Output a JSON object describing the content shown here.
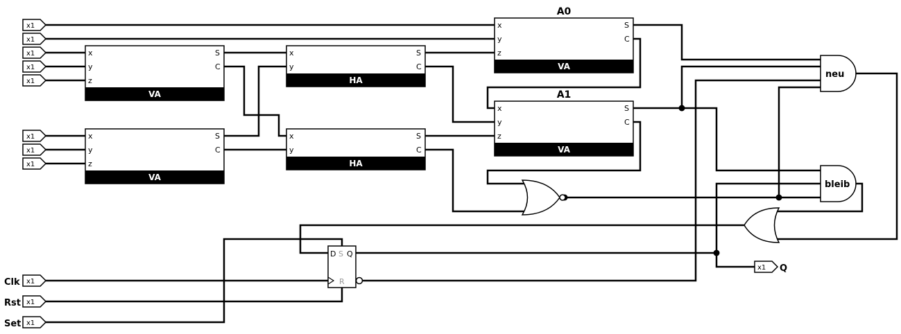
{
  "inputs": {
    "pin_text": "x1"
  },
  "blocks": {
    "va_top": "VA",
    "va_bottom": "VA",
    "ha_top": "HA",
    "ha_bottom": "HA",
    "a0_bar": "VA",
    "a1_bar": "VA"
  },
  "titles": {
    "a0": "A0",
    "a1": "A1"
  },
  "ports": {
    "x": "x",
    "y": "y",
    "z": "z",
    "s": "S",
    "c": "C"
  },
  "gates": {
    "neu": "neu",
    "bleib": "bleib"
  },
  "flipflop": {
    "d": "D",
    "s": "S",
    "q": "Q",
    "r": "R"
  },
  "signals": {
    "clk": "Clk",
    "rst": "Rst",
    "set": "Set",
    "q_out": "Q",
    "q_pin": "x1"
  }
}
